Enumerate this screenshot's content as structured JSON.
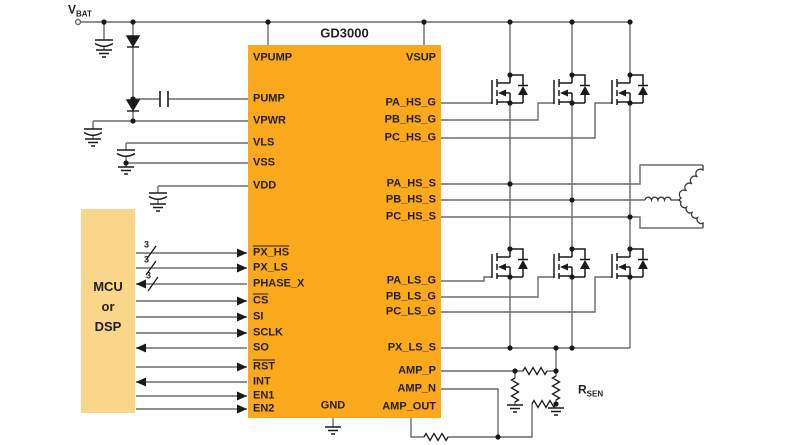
{
  "chip": {
    "title": "GD3000",
    "left_pins": [
      {
        "label": "VPUMP",
        "overline": false
      },
      {
        "label": "PUMP",
        "overline": false
      },
      {
        "label": "VPWR",
        "overline": false
      },
      {
        "label": "VLS",
        "overline": false
      },
      {
        "label": "VSS",
        "overline": false
      },
      {
        "label": "VDD",
        "overline": false
      },
      {
        "label": "PX_HS",
        "overline": true
      },
      {
        "label": "PX_LS",
        "overline": false
      },
      {
        "label": "PHASE_X",
        "overline": false
      },
      {
        "label": "CS",
        "overline": true
      },
      {
        "label": "SI",
        "overline": false
      },
      {
        "label": "SCLK",
        "overline": false
      },
      {
        "label": "SO",
        "overline": false
      },
      {
        "label": "RST",
        "overline": true
      },
      {
        "label": "INT",
        "overline": false
      },
      {
        "label": "EN1",
        "overline": false
      },
      {
        "label": "EN2",
        "overline": false
      }
    ],
    "right_pins": [
      "VSUP",
      "PA_HS_G",
      "PB_HS_G",
      "PC_HS_G",
      "PA_HS_S",
      "PB_HS_S",
      "PC_HS_S",
      "PA_LS_G",
      "PB_LS_G",
      "PC_LS_G",
      "PX_LS_S",
      "AMP_P",
      "AMP_N",
      "AMP_OUT"
    ],
    "gnd_pin": "GND"
  },
  "mcu_block": {
    "line1": "MCU",
    "line2": "or",
    "line3": "DSP"
  },
  "labels": {
    "vbat_main": "V",
    "vbat_sub": "BAT",
    "rsen_main": "R",
    "rsen_sub": "SEN",
    "bus_width": "3"
  },
  "colors": {
    "chip_fill": "#F9A91B",
    "mcu_fill": "#F9D689",
    "wire": "#6A6B6D",
    "ink": "#231F20"
  }
}
